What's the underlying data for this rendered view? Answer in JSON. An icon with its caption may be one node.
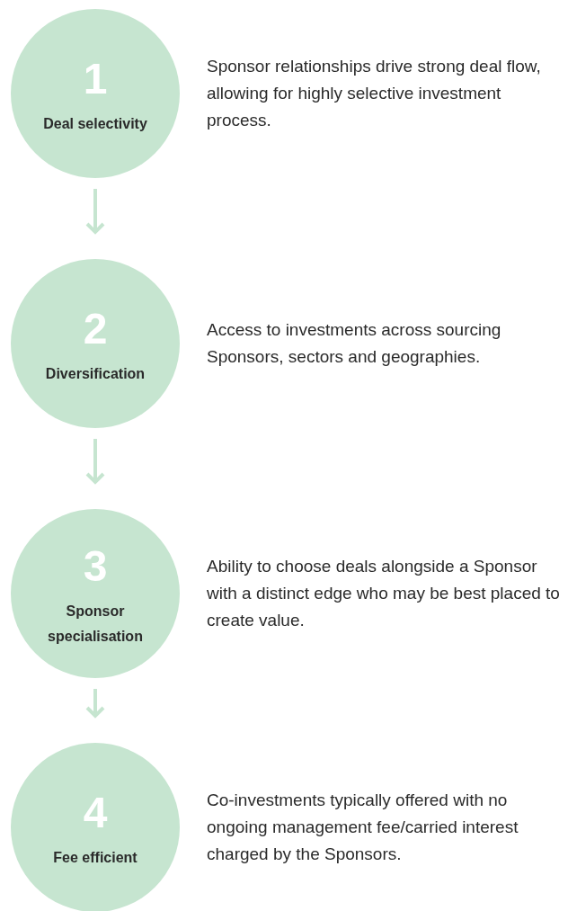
{
  "diagram": {
    "nodes": [
      {
        "text": [
          "1",
          "Deal selectivity"
        ],
        "beside": [
          "Sponsor relationships drive strong deal flow, allowing for highly selective investment process."
        ]
      },
      {
        "text": [
          "2",
          "Diversification"
        ],
        "beside": [
          "Access to investments across sourcing Sponsors, sectors and geographies."
        ]
      },
      {
        "text": [
          "3",
          "Sponsor specialisation"
        ],
        "beside": [
          "Ability to choose deals alongside a Sponsor with a distinct edge who may be best placed to create value."
        ]
      },
      {
        "text": [
          "4",
          "Fee efficient"
        ],
        "beside": [
          "Co-investments typically offered with no ongoing management fee/carried interest charged by the Sponsors."
        ]
      }
    ],
    "edges": [
      {
        "from": 0,
        "to": 1,
        "arrow": "to"
      },
      {
        "from": 1,
        "to": 2,
        "arrow": "to"
      },
      {
        "from": 2,
        "to": 3,
        "arrow": "to"
      }
    ]
  }
}
